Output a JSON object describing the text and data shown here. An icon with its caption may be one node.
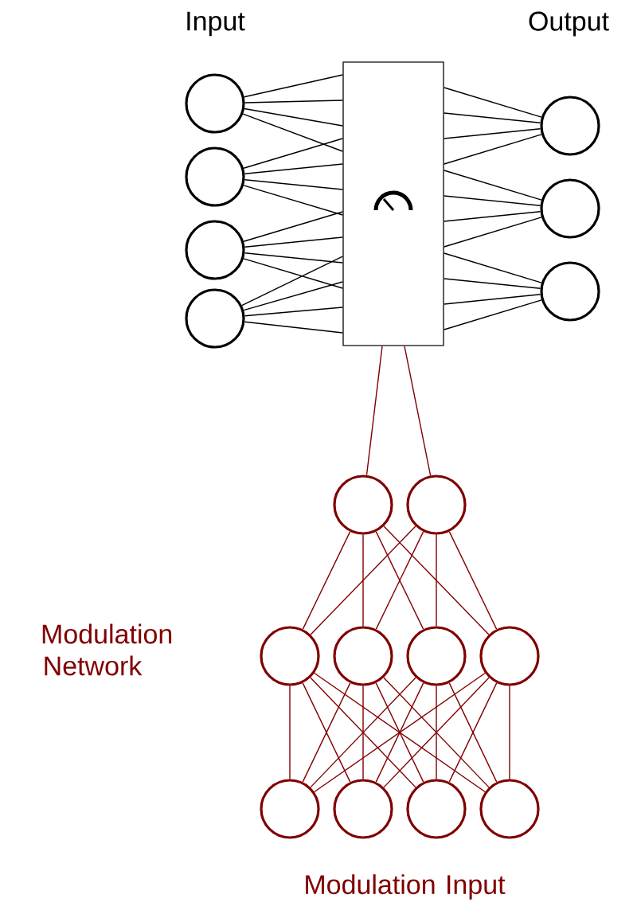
{
  "diagram": {
    "nodes": [
      {
        "text": [],
        "shape": "circle"
      },
      {
        "text": [],
        "shape": "circle"
      },
      {
        "text": [],
        "shape": "circle"
      },
      {
        "text": [],
        "shape": "circle"
      },
      {
        "text": [],
        "shape": "box"
      },
      {
        "text": [],
        "shape": "circle"
      },
      {
        "text": [],
        "shape": "circle"
      },
      {
        "text": [],
        "shape": "circle"
      },
      {
        "text": [],
        "shape": "circle"
      },
      {
        "text": [],
        "shape": "circle"
      },
      {
        "text": [],
        "shape": "circle"
      },
      {
        "text": [],
        "shape": "circle"
      },
      {
        "text": [],
        "shape": "circle"
      },
      {
        "text": [],
        "shape": "circle"
      },
      {
        "text": [],
        "shape": "circle"
      },
      {
        "text": [],
        "shape": "circle"
      },
      {
        "text": [],
        "shape": "circle"
      },
      {
        "text": [],
        "shape": "circle"
      }
    ],
    "edges": [
      {
        "from": 0,
        "to": 4,
        "arrow": "none"
      },
      {
        "from": 0,
        "to": 4,
        "arrow": "none"
      },
      {
        "from": 0,
        "to": 4,
        "arrow": "none"
      },
      {
        "from": 0,
        "to": 4,
        "arrow": "none"
      },
      {
        "from": 1,
        "to": 4,
        "arrow": "none"
      },
      {
        "from": 1,
        "to": 4,
        "arrow": "none"
      },
      {
        "from": 1,
        "to": 4,
        "arrow": "none"
      },
      {
        "from": 1,
        "to": 4,
        "arrow": "none"
      },
      {
        "from": 2,
        "to": 4,
        "arrow": "none"
      },
      {
        "from": 2,
        "to": 4,
        "arrow": "none"
      },
      {
        "from": 2,
        "to": 4,
        "arrow": "none"
      },
      {
        "from": 2,
        "to": 4,
        "arrow": "none"
      },
      {
        "from": 3,
        "to": 4,
        "arrow": "none"
      },
      {
        "from": 3,
        "to": 4,
        "arrow": "none"
      },
      {
        "from": 3,
        "to": 4,
        "arrow": "none"
      },
      {
        "from": 3,
        "to": 4,
        "arrow": "none"
      },
      {
        "from": 4,
        "to": 5,
        "arrow": "none"
      },
      {
        "from": 4,
        "to": 5,
        "arrow": "none"
      },
      {
        "from": 4,
        "to": 5,
        "arrow": "none"
      },
      {
        "from": 4,
        "to": 5,
        "arrow": "none"
      },
      {
        "from": 4,
        "to": 6,
        "arrow": "none"
      },
      {
        "from": 4,
        "to": 6,
        "arrow": "none"
      },
      {
        "from": 4,
        "to": 6,
        "arrow": "none"
      },
      {
        "from": 4,
        "to": 6,
        "arrow": "none"
      },
      {
        "from": 4,
        "to": 7,
        "arrow": "none"
      },
      {
        "from": 4,
        "to": 7,
        "arrow": "none"
      },
      {
        "from": 4,
        "to": 7,
        "arrow": "none"
      },
      {
        "from": 4,
        "to": 7,
        "arrow": "none"
      },
      {
        "from": 4,
        "to": 8,
        "arrow": "none",
        "color": "#800000"
      },
      {
        "from": 4,
        "to": 9,
        "arrow": "none",
        "color": "#800000"
      },
      {
        "from": 8,
        "to": 10,
        "arrow": "none",
        "color": "#800000"
      },
      {
        "from": 8,
        "to": 11,
        "arrow": "none",
        "color": "#800000"
      },
      {
        "from": 8,
        "to": 12,
        "arrow": "none",
        "color": "#800000"
      },
      {
        "from": 8,
        "to": 13,
        "arrow": "none",
        "color": "#800000"
      },
      {
        "from": 9,
        "to": 10,
        "arrow": "none",
        "color": "#800000"
      },
      {
        "from": 9,
        "to": 11,
        "arrow": "none",
        "color": "#800000"
      },
      {
        "from": 9,
        "to": 12,
        "arrow": "none",
        "color": "#800000"
      },
      {
        "from": 9,
        "to": 13,
        "arrow": "none",
        "color": "#800000"
      },
      {
        "from": 10,
        "to": 14,
        "arrow": "none",
        "color": "#800000"
      },
      {
        "from": 10,
        "to": 15,
        "arrow": "none",
        "color": "#800000"
      },
      {
        "from": 10,
        "to": 16,
        "arrow": "none",
        "color": "#800000"
      },
      {
        "from": 10,
        "to": 17,
        "arrow": "none",
        "color": "#800000"
      },
      {
        "from": 11,
        "to": 14,
        "arrow": "none",
        "color": "#800000"
      },
      {
        "from": 11,
        "to": 15,
        "arrow": "none",
        "color": "#800000"
      },
      {
        "from": 11,
        "to": 16,
        "arrow": "none",
        "color": "#800000"
      },
      {
        "from": 11,
        "to": 17,
        "arrow": "none",
        "color": "#800000"
      },
      {
        "from": 12,
        "to": 14,
        "arrow": "none",
        "color": "#800000"
      },
      {
        "from": 12,
        "to": 15,
        "arrow": "none",
        "color": "#800000"
      },
      {
        "from": 12,
        "to": 16,
        "arrow": "none",
        "color": "#800000"
      },
      {
        "from": 12,
        "to": 17,
        "arrow": "none",
        "color": "#800000"
      },
      {
        "from": 13,
        "to": 14,
        "arrow": "none",
        "color": "#800000"
      },
      {
        "from": 13,
        "to": 15,
        "arrow": "none",
        "color": "#800000"
      },
      {
        "from": 13,
        "to": 16,
        "arrow": "none",
        "color": "#800000"
      },
      {
        "from": 13,
        "to": 17,
        "arrow": "none",
        "color": "#800000"
      }
    ],
    "labels": [
      "Input",
      "Output",
      "Modulation Network",
      "Modulation Input"
    ]
  }
}
